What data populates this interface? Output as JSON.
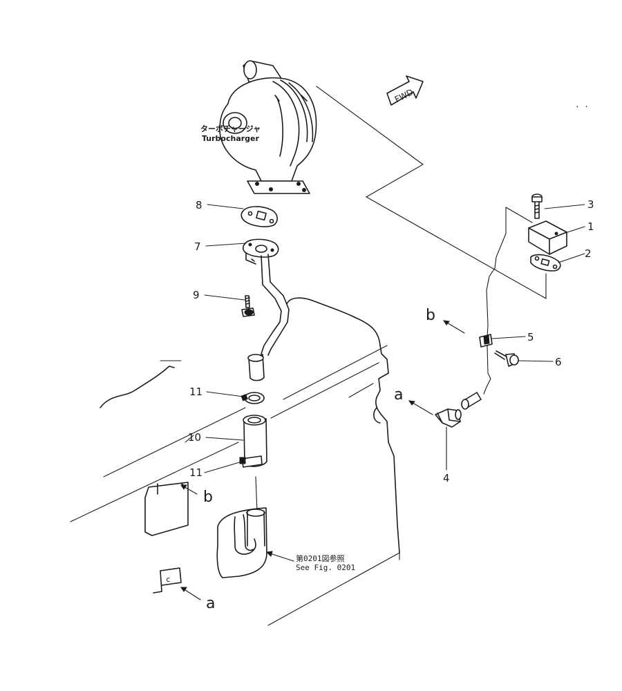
{
  "turbocharger": {
    "label_jp": "ターボチャージャ",
    "label_en": "Turbocharger"
  },
  "fwd_label": "FWD",
  "reference": {
    "jp": "第0201図参照",
    "en": "See Fig. 0201"
  },
  "view_letters": {
    "a": "a",
    "b": "b",
    "c": "c"
  },
  "parts": [
    {
      "id": "1",
      "label": "1"
    },
    {
      "id": "2",
      "label": "2"
    },
    {
      "id": "3",
      "label": "3"
    },
    {
      "id": "4",
      "label": "4"
    },
    {
      "id": "5",
      "label": "5"
    },
    {
      "id": "6",
      "label": "6"
    },
    {
      "id": "7",
      "label": "7"
    },
    {
      "id": "8",
      "label": "8"
    },
    {
      "id": "9",
      "label": "9"
    },
    {
      "id": "10",
      "label": "10"
    },
    {
      "id": "11a",
      "label": "11"
    },
    {
      "id": "11b",
      "label": "11"
    }
  ]
}
